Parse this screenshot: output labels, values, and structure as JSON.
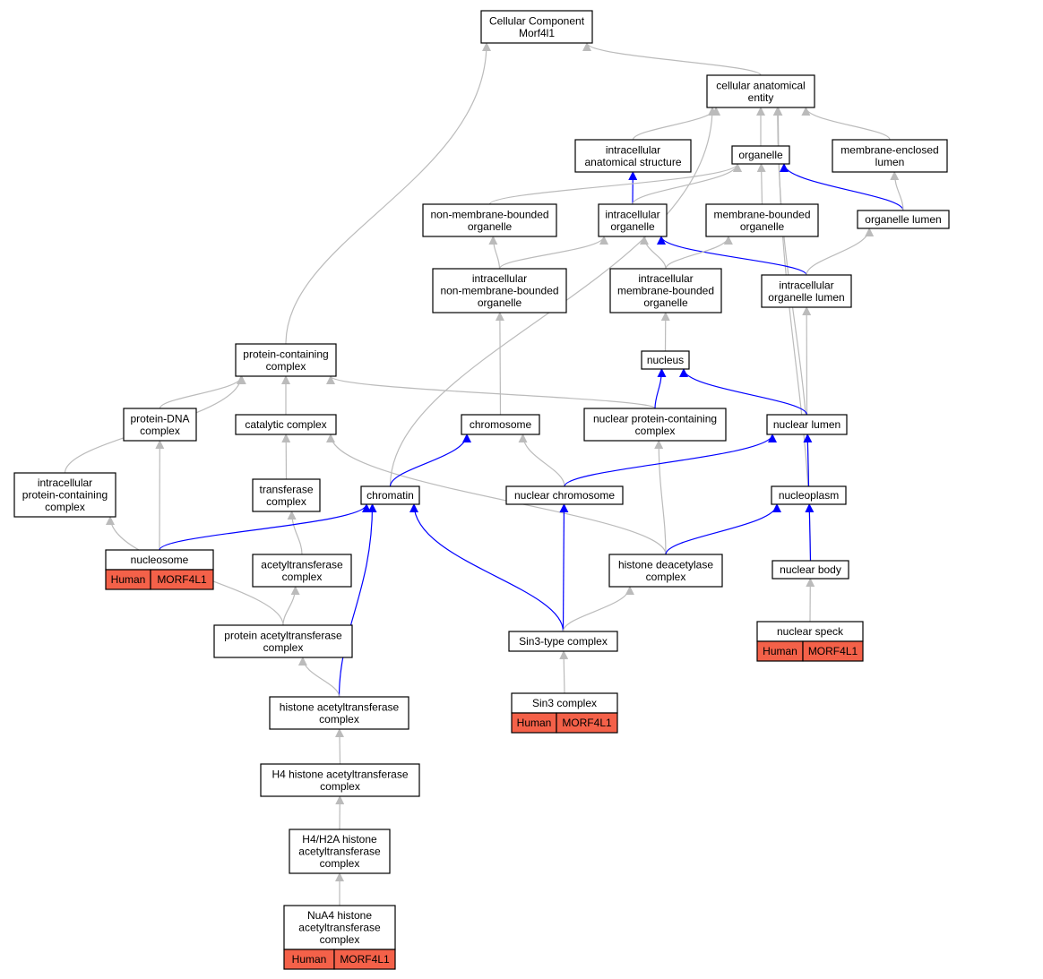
{
  "colors": {
    "edge_default": "#bbbbbb",
    "edge_highlight": "#0000ff",
    "annotation_fill": "#f46149",
    "node_fill": "#ffffff",
    "node_stroke": "#000000"
  },
  "nodes": {
    "root": [
      "Cellular Component",
      "Morf4l1"
    ],
    "cae": [
      "cellular anatomical",
      "entity"
    ],
    "ias": [
      "intracellular",
      "anatomical structure"
    ],
    "organelle": [
      "organelle"
    ],
    "mel": [
      "membrane-enclosed",
      "lumen"
    ],
    "nmbo": [
      "non-membrane-bounded",
      "organelle"
    ],
    "io": [
      "intracellular",
      "organelle"
    ],
    "mbo": [
      "membrane-bounded",
      "organelle"
    ],
    "ol": [
      "organelle lumen"
    ],
    "inmbo": [
      "intracellular",
      "non-membrane-bounded",
      "organelle"
    ],
    "imbo": [
      "intracellular",
      "membrane-bounded",
      "organelle"
    ],
    "iol": [
      "intracellular",
      "organelle lumen"
    ],
    "pcc": [
      "protein-containing",
      "complex"
    ],
    "nucleus": [
      "nucleus"
    ],
    "pdna": [
      "protein-DNA",
      "complex"
    ],
    "catc": [
      "catalytic complex"
    ],
    "chromosome": [
      "chromosome"
    ],
    "npcc": [
      "nuclear protein-containing",
      "complex"
    ],
    "nlumen": [
      "nuclear lumen"
    ],
    "ipcc": [
      "intracellular",
      "protein-containing",
      "complex"
    ],
    "transc": [
      "transferase",
      "complex"
    ],
    "chromatin": [
      "chromatin"
    ],
    "nchrom": [
      "nuclear chromosome"
    ],
    "nucleoplasm": [
      "nucleoplasm"
    ],
    "nucleosome": [
      "nucleosome"
    ],
    "acetc": [
      "acetyltransferase",
      "complex"
    ],
    "hdac": [
      "histone deacetylase",
      "complex"
    ],
    "nbody": [
      "nuclear body"
    ],
    "pac": [
      "protein acetyltransferase",
      "complex"
    ],
    "sin3t": [
      "Sin3-type complex"
    ],
    "nspeck": [
      "nuclear speck"
    ],
    "hac": [
      "histone acetyltransferase",
      "complex"
    ],
    "sin3": [
      "Sin3 complex"
    ],
    "h4hac": [
      "H4 histone acetyltransferase",
      "complex"
    ],
    "h4h2a": [
      "H4/H2A histone",
      "acetyltransferase",
      "complex"
    ],
    "nua4": [
      "NuA4 histone",
      "acetyltransferase",
      "complex"
    ]
  },
  "annotations": {
    "nucleosome": [
      "Human",
      "MORF4L1"
    ],
    "nspeck": [
      "Human",
      "MORF4L1"
    ],
    "sin3": [
      "Human",
      "MORF4L1"
    ],
    "nua4": [
      "Human",
      "MORF4L1"
    ]
  },
  "edges": [
    {
      "from": "cae",
      "to": "root",
      "highlight": false
    },
    {
      "from": "pcc",
      "to": "root",
      "highlight": false
    },
    {
      "from": "ias",
      "to": "cae",
      "highlight": false
    },
    {
      "from": "organelle",
      "to": "cae",
      "highlight": false
    },
    {
      "from": "mel",
      "to": "cae",
      "highlight": false
    },
    {
      "from": "chromatin",
      "to": "cae",
      "highlight": false
    },
    {
      "from": "nucleoplasm",
      "to": "cae",
      "highlight": false
    },
    {
      "from": "nbody",
      "to": "cae",
      "highlight": false
    },
    {
      "from": "io",
      "to": "ias",
      "highlight": true
    },
    {
      "from": "nmbo",
      "to": "organelle",
      "highlight": false
    },
    {
      "from": "io",
      "to": "organelle",
      "highlight": false
    },
    {
      "from": "mbo",
      "to": "organelle",
      "highlight": false
    },
    {
      "from": "ol",
      "to": "organelle",
      "highlight": true
    },
    {
      "from": "ol",
      "to": "mel",
      "highlight": false
    },
    {
      "from": "inmbo",
      "to": "nmbo",
      "highlight": false
    },
    {
      "from": "inmbo",
      "to": "io",
      "highlight": false
    },
    {
      "from": "imbo",
      "to": "io",
      "highlight": false
    },
    {
      "from": "iol",
      "to": "io",
      "highlight": true
    },
    {
      "from": "imbo",
      "to": "mbo",
      "highlight": false
    },
    {
      "from": "iol",
      "to": "ol",
      "highlight": false
    },
    {
      "from": "chromosome",
      "to": "inmbo",
      "highlight": false
    },
    {
      "from": "nucleus",
      "to": "imbo",
      "highlight": false
    },
    {
      "from": "nlumen",
      "to": "iol",
      "highlight": false
    },
    {
      "from": "pdna",
      "to": "pcc",
      "highlight": false
    },
    {
      "from": "catc",
      "to": "pcc",
      "highlight": false
    },
    {
      "from": "npcc",
      "to": "pcc",
      "highlight": false
    },
    {
      "from": "ipcc",
      "to": "pcc",
      "highlight": false
    },
    {
      "from": "npcc",
      "to": "nucleus",
      "highlight": true
    },
    {
      "from": "nlumen",
      "to": "nucleus",
      "highlight": true
    },
    {
      "from": "nucleosome",
      "to": "pdna",
      "highlight": false
    },
    {
      "from": "transc",
      "to": "catc",
      "highlight": false
    },
    {
      "from": "hdac",
      "to": "catc",
      "highlight": false
    },
    {
      "from": "chromatin",
      "to": "chromosome",
      "highlight": true
    },
    {
      "from": "nchrom",
      "to": "chromosome",
      "highlight": false
    },
    {
      "from": "hdac",
      "to": "npcc",
      "highlight": false
    },
    {
      "from": "nchrom",
      "to": "nlumen",
      "highlight": true
    },
    {
      "from": "nucleoplasm",
      "to": "nlumen",
      "highlight": true
    },
    {
      "from": "pac",
      "to": "ipcc",
      "highlight": false
    },
    {
      "from": "acetc",
      "to": "transc",
      "highlight": false
    },
    {
      "from": "nucleosome",
      "to": "chromatin",
      "highlight": true
    },
    {
      "from": "hac",
      "to": "chromatin",
      "highlight": true
    },
    {
      "from": "sin3t",
      "to": "chromatin",
      "highlight": true
    },
    {
      "from": "sin3t",
      "to": "nchrom",
      "highlight": true
    },
    {
      "from": "hdac",
      "to": "nucleoplasm",
      "highlight": true
    },
    {
      "from": "nbody",
      "to": "nucleoplasm",
      "highlight": true
    },
    {
      "from": "pac",
      "to": "acetc",
      "highlight": false
    },
    {
      "from": "sin3t",
      "to": "hdac",
      "highlight": false
    },
    {
      "from": "nspeck",
      "to": "nbody",
      "highlight": false
    },
    {
      "from": "hac",
      "to": "pac",
      "highlight": false
    },
    {
      "from": "sin3",
      "to": "sin3t",
      "highlight": false
    },
    {
      "from": "h4hac",
      "to": "hac",
      "highlight": false
    },
    {
      "from": "h4h2a",
      "to": "h4hac",
      "highlight": false
    },
    {
      "from": "nua4",
      "to": "h4h2a",
      "highlight": false
    }
  ]
}
